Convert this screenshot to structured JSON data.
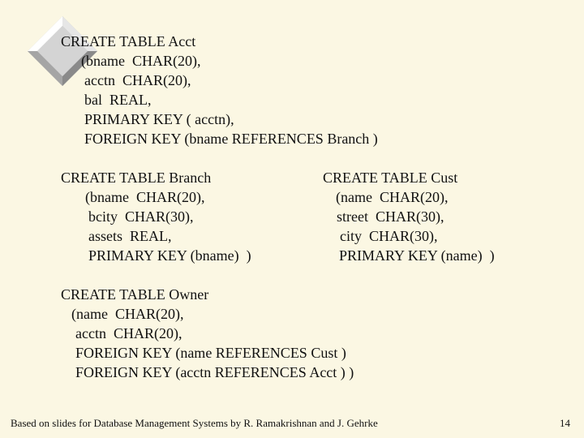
{
  "acct_block": {
    "lines": [
      "CREATE TABLE Acct",
      "(bname  CHAR(20),",
      "acctn  CHAR(20),",
      "bal  REAL,",
      "PRIMARY KEY ( acctn),",
      "FOREIGN KEY (bname REFERENCES Branch )"
    ]
  },
  "branch_block": {
    "lines": [
      "CREATE TABLE Branch",
      "(bname  CHAR(20),",
      "bcity  CHAR(30),",
      "assets  REAL,",
      "PRIMARY KEY (bname)  )"
    ]
  },
  "cust_block": {
    "lines": [
      "CREATE TABLE Cust",
      "(name  CHAR(20),",
      "street  CHAR(30),",
      "city  CHAR(30),",
      "PRIMARY KEY (name)  )"
    ]
  },
  "owner_block": {
    "lines": [
      "CREATE TABLE Owner",
      "(name  CHAR(20),",
      "acctn  CHAR(20),",
      "FOREIGN KEY (name REFERENCES Cust )",
      "FOREIGN KEY (acctn REFERENCES Acct ) )"
    ]
  },
  "footer": {
    "credit": "Based on slides for Database Management Systems by R. Ramakrishnan and J. Gehrke",
    "page_number": "14"
  },
  "colors": {
    "background": "#fbf7e3",
    "text": "#111111",
    "diamond_light": "#ffffff",
    "diamond_mid": "#c8c8c8",
    "diamond_dark": "#8a8a8a"
  }
}
